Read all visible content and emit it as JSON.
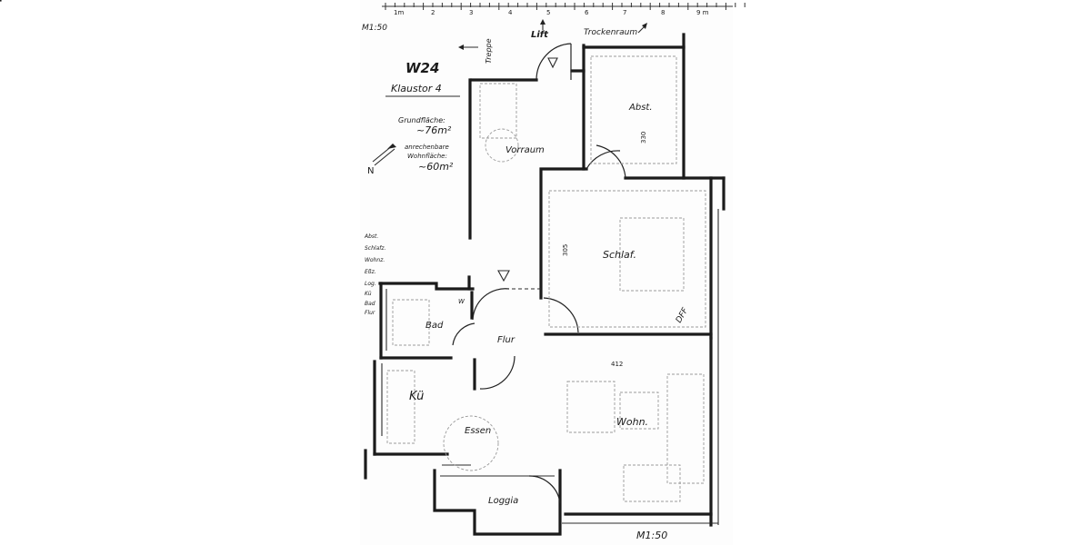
{
  "scale_top": "M1:50",
  "scale_bottom": "M1:50",
  "ruler": {
    "unit": "1m",
    "ticks": [
      "2",
      "3",
      "4",
      "5",
      "6",
      "7",
      "8",
      "9 m"
    ]
  },
  "title": {
    "unit": "W24",
    "address": "Klaustor 4"
  },
  "areas": {
    "base_label": "Grundfläche:",
    "base_value": "~76m²",
    "living_label_1": "anrechenbare",
    "living_label_2": "Wohnfläche:",
    "living_value": "~60m²"
  },
  "north": "N",
  "legend": [
    "Abst.",
    "Schlafz.",
    "Wohnz.",
    "Eßz.",
    "Log.",
    "Kü",
    "Bad",
    "Flur"
  ],
  "rooms": {
    "abst": "Abst.",
    "vorraum": "Vorraum",
    "schlaf": "Schlaf.",
    "bad": "Bad",
    "flur": "Flur",
    "kue": "Kü",
    "essen": "Essen",
    "wohn": "Wohn.",
    "loggia": "Loggia"
  },
  "annotations": {
    "treppe": "Treppe",
    "lift": "Lift",
    "trockenraum": "Trockenraum",
    "dim_330": "330",
    "dim_305": "305",
    "dim_412": "412",
    "dff": "DFF",
    "w_mark": "W"
  },
  "colors": {
    "ink": "#1b1b1b",
    "paper": "#fdfdfd",
    "furniture": "#9a9a9a"
  }
}
